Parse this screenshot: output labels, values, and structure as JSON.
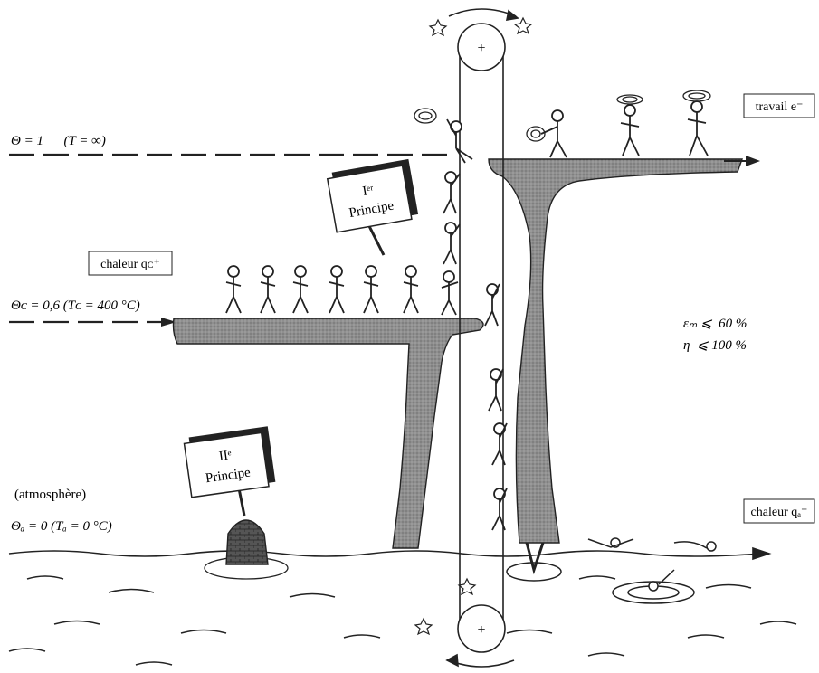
{
  "boxes": {
    "travail": "travail e⁻",
    "chaleur_c": "chaleur qᴄ⁺",
    "chaleur_a": "chaleur qₐ⁻"
  },
  "levels": {
    "infinite": "Θ = 1      (T = ∞)",
    "hot": "Θᴄ = 0,6 (Tᴄ = 400 °C)",
    "atmosphere": "(atmosphère)",
    "ambient": "Θₐ = 0 (Tₐ = 0 °C)"
  },
  "efficiency": {
    "line1": "εₘ ⩽  60 %",
    "line2": "η  ⩽ 100 %"
  },
  "signs": {
    "first": {
      "line1": "Iᵉʳ",
      "line2": "Principe"
    },
    "second": {
      "line1": "IIᵉ",
      "line2": "Principe"
    }
  },
  "belt_symbols": {
    "top": "+",
    "bottom": "+"
  }
}
